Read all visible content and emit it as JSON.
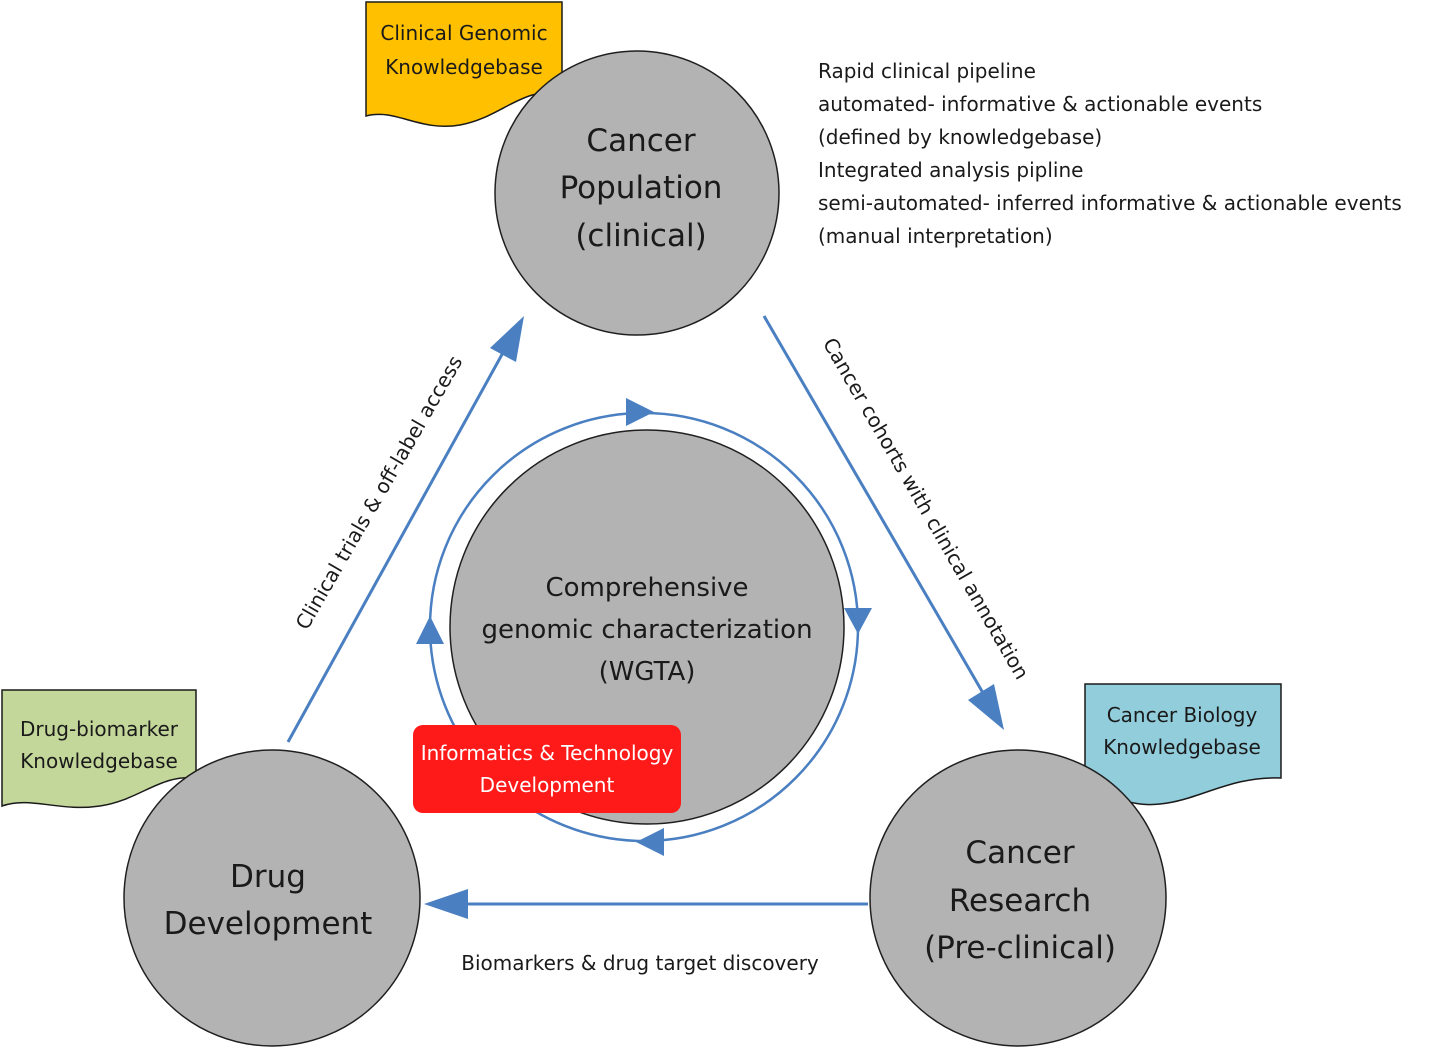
{
  "nodes": {
    "population": {
      "lines": [
        "Cancer",
        "Population",
        "(clinical)"
      ]
    },
    "research": {
      "lines": [
        "Cancer",
        "Research",
        "(Pre-clinical)"
      ]
    },
    "drug": {
      "lines": [
        "Drug",
        "Development"
      ]
    },
    "center": {
      "lines": [
        "Comprehensive",
        "genomic characterization",
        "(WGTA)"
      ]
    }
  },
  "knowledgebases": {
    "clinical": {
      "lines": [
        "Clinical Genomic",
        "Knowledgebase"
      ],
      "color": "#ffc000"
    },
    "biology": {
      "lines": [
        "Cancer Biology",
        "Knowledgebase"
      ],
      "color": "#92cddc"
    },
    "drug": {
      "lines": [
        "Drug-biomarker",
        "Knowledgebase"
      ],
      "color": "#c4d79b"
    }
  },
  "informatics": {
    "lines": [
      "Informatics & Technology",
      "Development"
    ],
    "color": "#ff1a1a"
  },
  "edges": {
    "clinical_trials": "Clinical trials & off-label access",
    "cohorts": "Cancer cohorts with clinical annotation",
    "biomarkers": "Biomarkers & drug target discovery"
  },
  "pipeline_notes": [
    "Rapid clinical pipeline",
    "automated- informative & actionable events",
    "(defined by knowledgebase)",
    "Integrated analysis pipline",
    "semi-automated- inferred informative & actionable events",
    "(manual interpretation)"
  ],
  "colors": {
    "node_fill": "#b3b3b3",
    "arrow": "#4a7fc1"
  }
}
